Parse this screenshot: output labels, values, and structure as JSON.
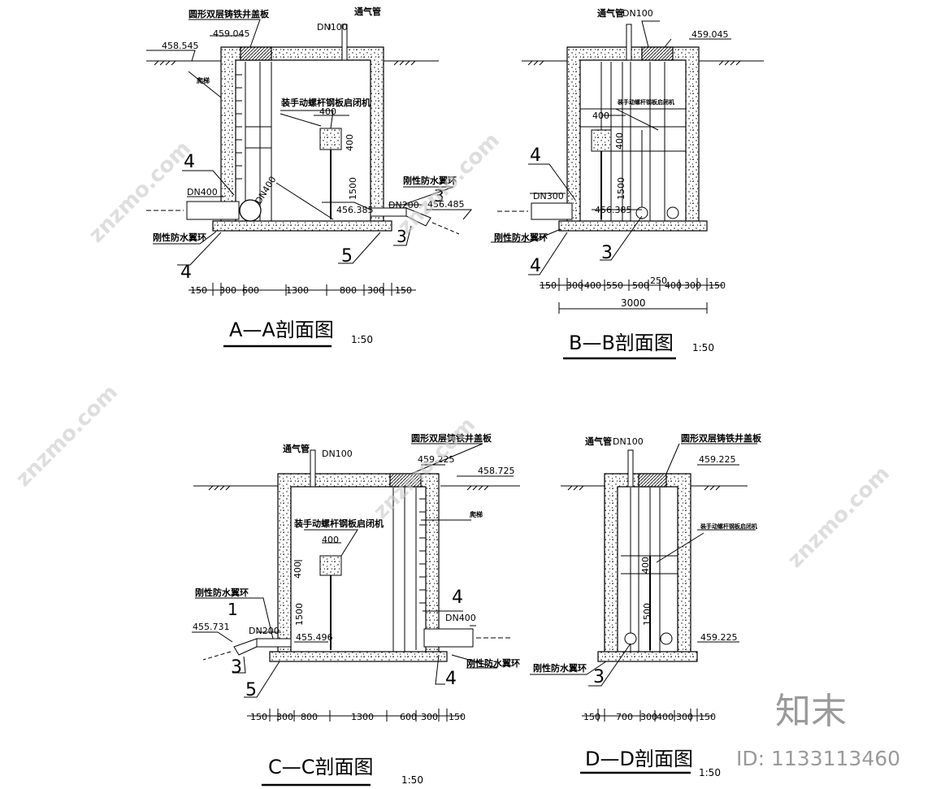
{
  "sections": {
    "aa": {
      "title": "A—A剖面图",
      "scale": "1:50",
      "cover": "圆形双层铸铁井盖板",
      "vent": "通气管",
      "vent_dn": "DN100",
      "elev_top": "459.045",
      "elev_ground": "458.545",
      "ladder": "爬梯",
      "hoist": "装手动螺杆钢板启闭机",
      "hoist_w": "400",
      "hoist_h": "400",
      "stem_h": "1500",
      "pipe_in": "DN400",
      "pipe_in_circle": "DN400",
      "pipe_out": "DN200",
      "ring_a": "刚性防水翼环",
      "ring_b": "刚性防水翼环",
      "elev_inv": "456.385",
      "elev_out": "456.485",
      "mark4a": "4",
      "mark4b": "4",
      "mark3a": "3",
      "mark3b": "3",
      "mark5": "5",
      "dims": [
        "150",
        "300",
        "600",
        "1300",
        "800",
        "300",
        "150"
      ]
    },
    "bb": {
      "title": "B—B剖面图",
      "scale": "1:50",
      "vent": "通气管",
      "vent_dn": "DN100",
      "elev_top": "459.045",
      "hoist": "装手动螺杆钢板启闭机",
      "hoist_w": "400",
      "hoist_h": "400",
      "stem_h": "1500",
      "pipe_in": "DN300",
      "elev_inv": "456.385",
      "ring": "刚性防水翼环",
      "mark4a": "4",
      "mark4b": "4",
      "mark3": "3",
      "dims": [
        "150",
        "300",
        "400",
        "550",
        "500",
        "250",
        "400",
        "300",
        "150"
      ],
      "total": "3000"
    },
    "cc": {
      "title": "C—C剖面图",
      "scale": "1:50",
      "vent": "通气管",
      "vent_dn": "DN100",
      "cover": "圆形双层铸铁井盖板",
      "elev_top": "459.225",
      "elev_ground": "458.725",
      "ladder": "爬梯",
      "hoist": "装手动螺杆钢板启闭机",
      "hoist_w": "400",
      "hoist_h": "400",
      "stem_h": "1500",
      "ring_a": "刚性防水翼环",
      "ring_b": "刚性防水翼环",
      "mark1": "1",
      "elev_out": "455.731",
      "pipe_out": "DN200",
      "elev_inv": "455.496",
      "pipe_in": "DN400",
      "mark4a": "4",
      "mark4b": "4",
      "mark3": "3",
      "mark5": "5",
      "dims": [
        "150",
        "300",
        "800",
        "1300",
        "600",
        "300",
        "150"
      ]
    },
    "dd": {
      "title": "D—D剖面图",
      "scale": "1:50",
      "vent": "通气管",
      "vent_dn": "DN100",
      "cover": "圆形双层铸铁井盖板",
      "elev_top": "459.225",
      "elev_bottom": "459.225",
      "hoist": "装手动螺杆钢板启闭机",
      "hoist_h": "400",
      "stem_h": "1500",
      "ring": "刚性防水翼环",
      "mark3": "3",
      "dims": [
        "150",
        "700",
        "300",
        "400",
        "300",
        "150"
      ]
    }
  },
  "brand": {
    "logo": "知末",
    "id": "ID: 1133113460"
  },
  "watermark": "znzmo.com"
}
